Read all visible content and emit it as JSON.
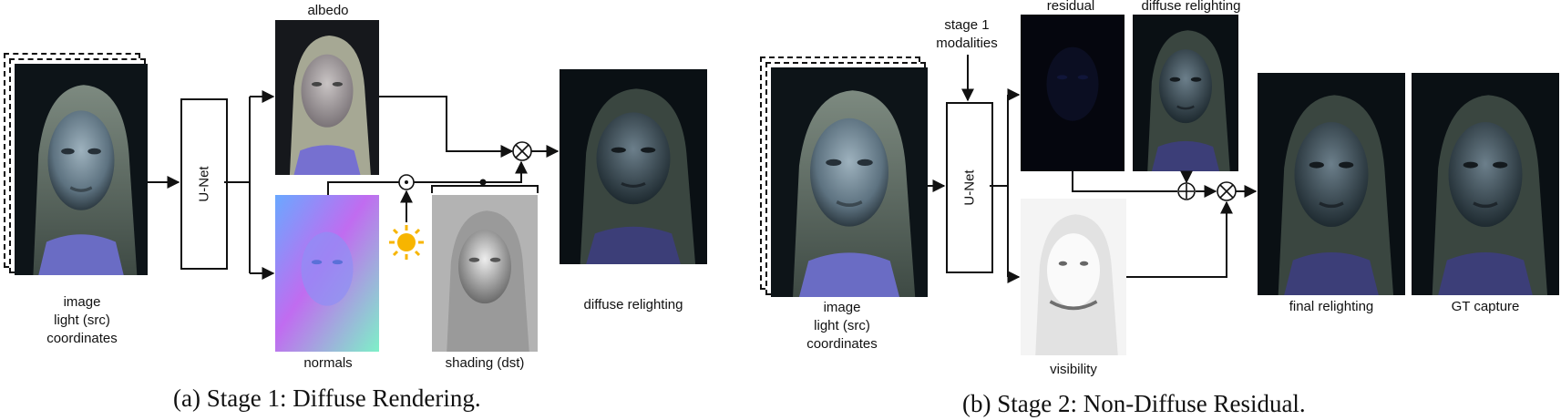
{
  "panel_a": {
    "input_labels": [
      "image",
      "light (src)",
      "coordinates"
    ],
    "network_label": "U-Net",
    "albedo_label": "albedo",
    "normals_label": "normals",
    "shading_label": "shading (dst)",
    "output_label": "diffuse relighting",
    "dot_operator": "⊙",
    "multiply_operator": "⊗",
    "caption": "(a) Stage 1: Diffuse Rendering."
  },
  "panel_b": {
    "input_labels": [
      "image",
      "light (src)",
      "coordinates"
    ],
    "modalities_label_lines": [
      "stage 1",
      "modalities"
    ],
    "network_label": "U-Net",
    "residual_label": "residual",
    "diffuse_label": "diffuse relighting",
    "visibility_label": "visibility",
    "add_operator": "⊕",
    "multiply_operator": "⊗",
    "final_label": "final relighting",
    "gt_label": "GT capture",
    "caption": "(b) Stage 2: Non-Diffuse Residual."
  },
  "colors": {
    "line": "#111111",
    "sun": "#f7b500",
    "photo_dark": "#0d1418",
    "normals": "#9b7cf0",
    "shading": "#b3b3b3"
  }
}
